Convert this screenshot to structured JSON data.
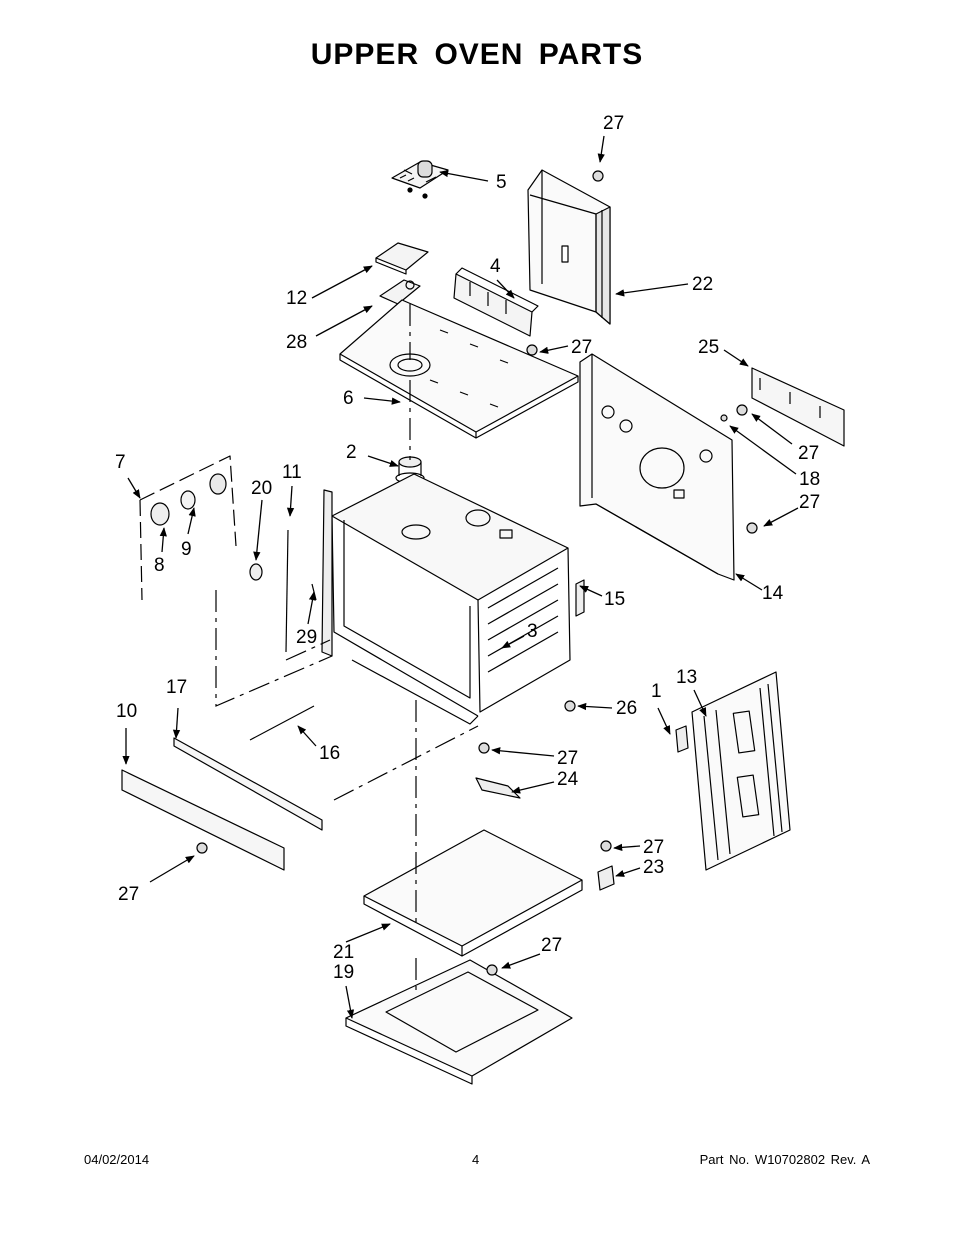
{
  "title": "UPPER OVEN PARTS",
  "callouts": [
    {
      "id": "c27a",
      "label": "27"
    },
    {
      "id": "c5",
      "label": "5"
    },
    {
      "id": "c4",
      "label": "4"
    },
    {
      "id": "c22",
      "label": "22"
    },
    {
      "id": "c12",
      "label": "12"
    },
    {
      "id": "c28",
      "label": "28"
    },
    {
      "id": "c27b",
      "label": "27"
    },
    {
      "id": "c25",
      "label": "25"
    },
    {
      "id": "c6",
      "label": "6"
    },
    {
      "id": "c2",
      "label": "2"
    },
    {
      "id": "c7",
      "label": "7"
    },
    {
      "id": "c11",
      "label": "11"
    },
    {
      "id": "c20",
      "label": "20"
    },
    {
      "id": "c27c",
      "label": "27"
    },
    {
      "id": "c18",
      "label": "18"
    },
    {
      "id": "c27d",
      "label": "27"
    },
    {
      "id": "c9",
      "label": "9"
    },
    {
      "id": "c8",
      "label": "8"
    },
    {
      "id": "c15",
      "label": "15"
    },
    {
      "id": "c14",
      "label": "14"
    },
    {
      "id": "c3",
      "label": "3"
    },
    {
      "id": "c29",
      "label": "29"
    },
    {
      "id": "c17",
      "label": "17"
    },
    {
      "id": "c1",
      "label": "1"
    },
    {
      "id": "c13",
      "label": "13"
    },
    {
      "id": "c10",
      "label": "10"
    },
    {
      "id": "c26",
      "label": "26"
    },
    {
      "id": "c16",
      "label": "16"
    },
    {
      "id": "c27e",
      "label": "27"
    },
    {
      "id": "c24",
      "label": "24"
    },
    {
      "id": "c27f",
      "label": "27"
    },
    {
      "id": "c23",
      "label": "23"
    },
    {
      "id": "c27g",
      "label": "27"
    },
    {
      "id": "c21",
      "label": "21"
    },
    {
      "id": "c27h",
      "label": "27"
    },
    {
      "id": "c19",
      "label": "19"
    }
  ],
  "footer": {
    "date": "04/02/2014",
    "page": "4",
    "part_number": "Part No.  W10702802  Rev.  A"
  }
}
